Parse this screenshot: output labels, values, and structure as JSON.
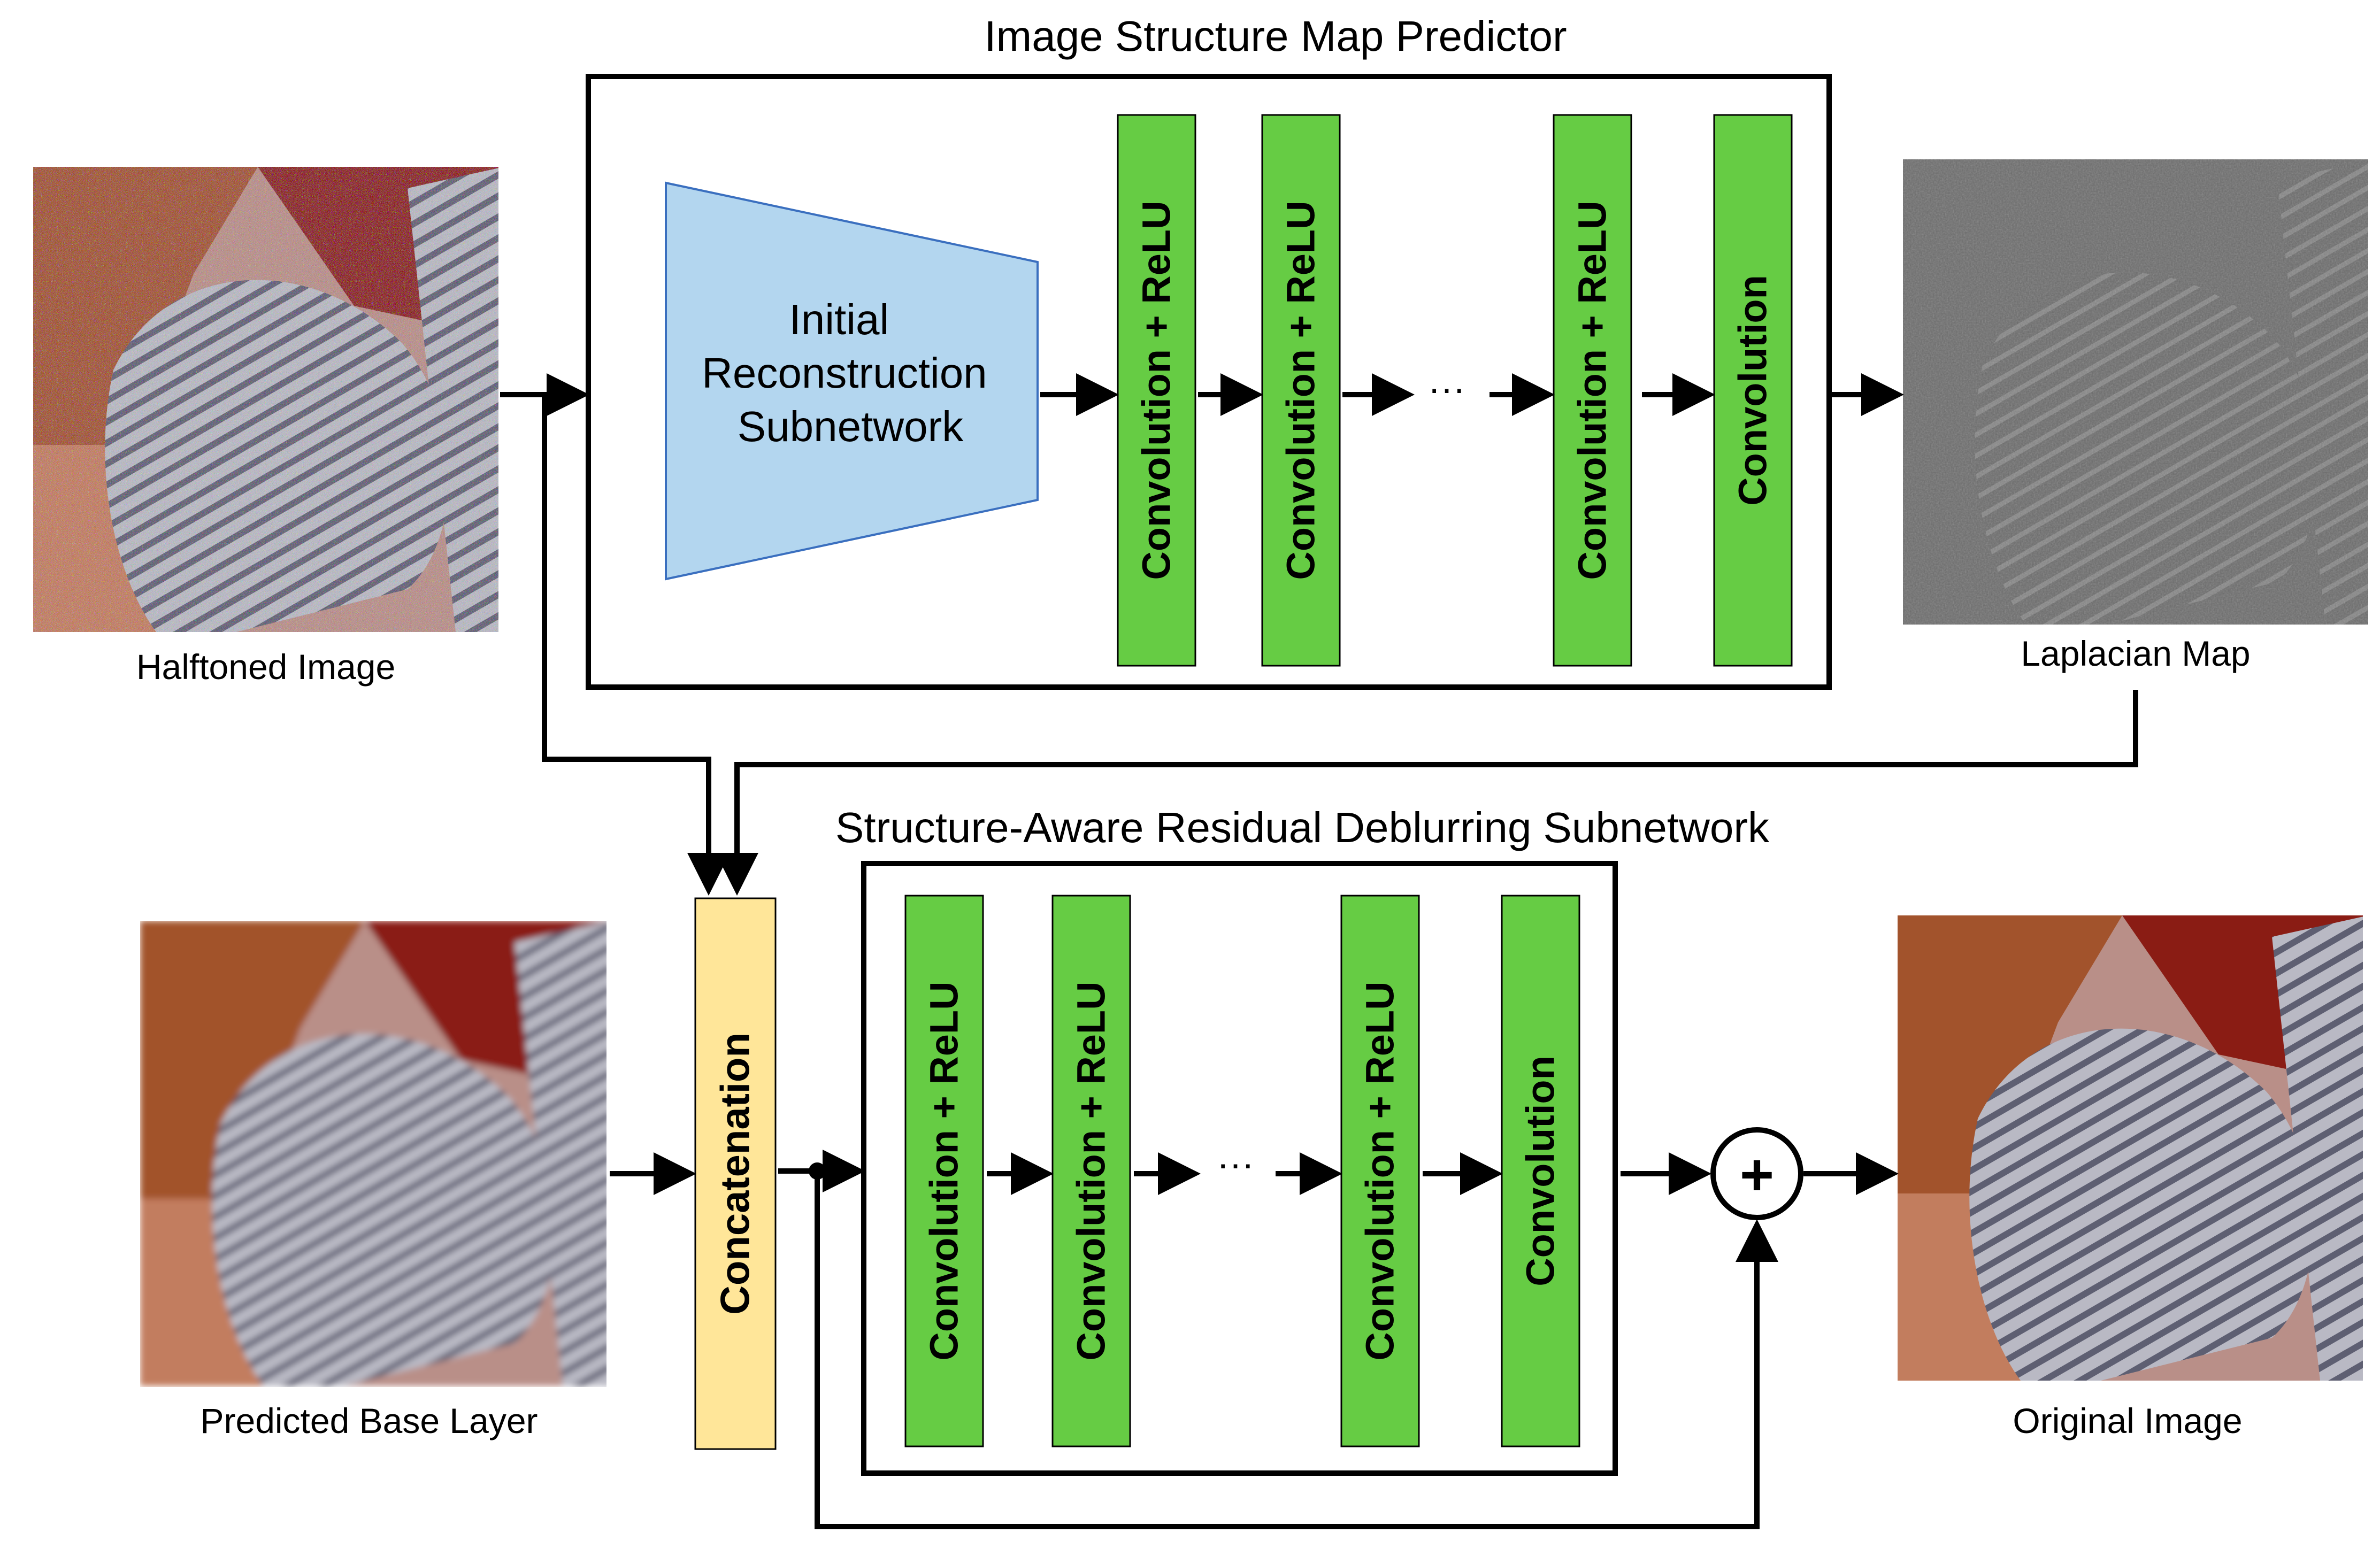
{
  "top_module": {
    "title": "Image Structure Map Predictor",
    "initial_block": [
      "Initial",
      "Reconstruction",
      "Subnetwork"
    ],
    "layers": [
      "Convolution + ReLU",
      "Convolution + ReLU",
      "Convolution + ReLU",
      "Convolution"
    ],
    "ellipsis": "···"
  },
  "bottom_module": {
    "title": "Structure-Aware Residual Deblurring Subnetwork",
    "concat_label": "Concatenation",
    "layers": [
      "Convolution + ReLU",
      "Convolution + ReLU",
      "Convolution + ReLU",
      "Convolution"
    ],
    "ellipsis": "···",
    "sum_symbol": "+"
  },
  "images": {
    "halftoned": "Halftoned Image",
    "laplacian": "Laplacian Map",
    "base_layer": "Predicted Base Layer",
    "original": "Original Image"
  },
  "colors": {
    "conv_fill": "#66cc44",
    "concat_fill": "#ffe699",
    "initial_fill": "#b3d6ef",
    "initial_stroke": "#3a6fbf",
    "line": "#000000"
  }
}
